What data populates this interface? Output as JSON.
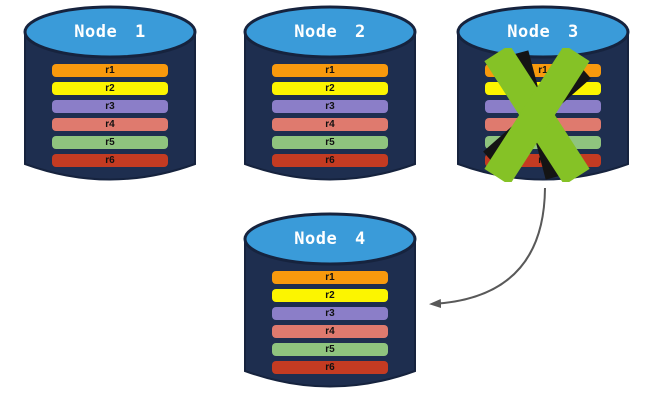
{
  "diagram": {
    "description": "Database replication failover diagram: four database nodes each holding replicas r1-r6; Node 3 is failed (green X) and an arrow points from Node 3 to Node 4",
    "background_color": "#ffffff",
    "nodes": [
      {
        "label": "Node 1",
        "failed": false,
        "rows": [
          {
            "label": "r1",
            "color": "#F8990D"
          },
          {
            "label": "r2",
            "color": "#FCF500"
          },
          {
            "label": "r3",
            "color": "#8B7EC8"
          },
          {
            "label": "r4",
            "color": "#DF7A6E"
          },
          {
            "label": "r5",
            "color": "#8FC47E"
          },
          {
            "label": "r6",
            "color": "#C43B22"
          }
        ]
      },
      {
        "label": "Node 2",
        "failed": false,
        "rows": [
          {
            "label": "r1",
            "color": "#F8990D"
          },
          {
            "label": "r2",
            "color": "#FCF500"
          },
          {
            "label": "r3",
            "color": "#8B7EC8"
          },
          {
            "label": "r4",
            "color": "#DF7A6E"
          },
          {
            "label": "r5",
            "color": "#8FC47E"
          },
          {
            "label": "r6",
            "color": "#C43B22"
          }
        ]
      },
      {
        "label": "Node 3",
        "failed": true,
        "rows": [
          {
            "label": "r1",
            "color": "#F8990D"
          },
          {
            "label": "r2",
            "color": "#FCF500"
          },
          {
            "label": "r3",
            "color": "#8B7EC8"
          },
          {
            "label": "r4",
            "color": "#DF7A6E"
          },
          {
            "label": "r5",
            "color": "#8FC47E"
          },
          {
            "label": "r6",
            "color": "#C43B22"
          }
        ]
      },
      {
        "label": "Node 4",
        "failed": false,
        "rows": [
          {
            "label": "r1",
            "color": "#F8990D"
          },
          {
            "label": "r2",
            "color": "#FCF500"
          },
          {
            "label": "r3",
            "color": "#8B7EC8"
          },
          {
            "label": "r4",
            "color": "#DF7A6E"
          },
          {
            "label": "r5",
            "color": "#8FC47E"
          },
          {
            "label": "r6",
            "color": "#C43B22"
          }
        ]
      }
    ],
    "colors": {
      "cylinder_top": "#3A9BD9",
      "cylinder_body": "#1E2E4F",
      "cylinder_outline": "#16233E",
      "node_label_text": "#FFFFFF",
      "row_label_text": "#111111",
      "failure_x": "#85C226",
      "failure_x_shadow": "#141414",
      "arrow": "#595959"
    },
    "arrow": {
      "from": "Node 3",
      "to": "Node 4"
    }
  }
}
